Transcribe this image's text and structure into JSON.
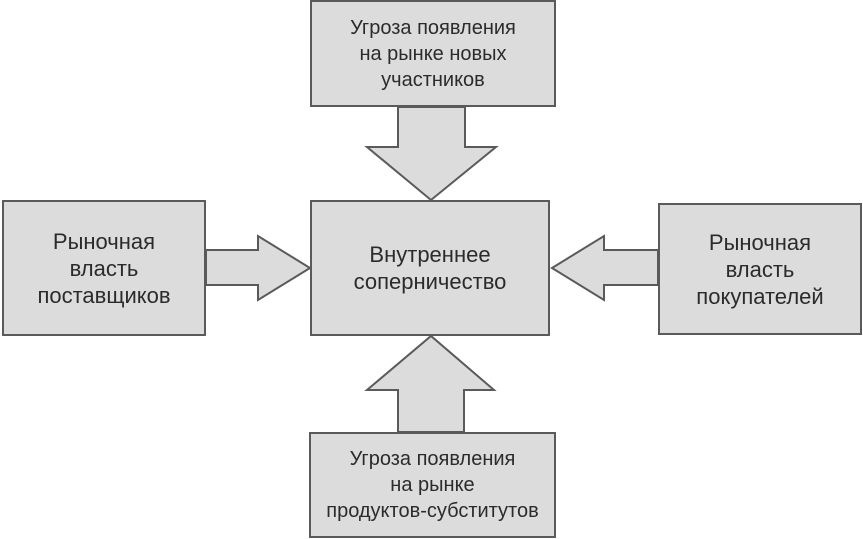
{
  "colors": {
    "box_fill": "#dcdcdc",
    "box_stroke": "#5a5a5a",
    "text": "#2b2b2b",
    "background": "#ffffff"
  },
  "diagram": {
    "nodes": {
      "top": "Угроза появления\nна рынке новых\nучастников",
      "left": "Рыночная\nвласть\nпоставщиков",
      "center": "Внутреннее\nсоперничество",
      "right": "Рыночная\nвласть\nпокупателей",
      "bottom": "Угроза появления\nна рынке\nпродуктов-субститутов"
    },
    "edges": [
      {
        "from": "top",
        "to": "center"
      },
      {
        "from": "left",
        "to": "center"
      },
      {
        "from": "right",
        "to": "center"
      },
      {
        "from": "bottom",
        "to": "center"
      }
    ]
  }
}
